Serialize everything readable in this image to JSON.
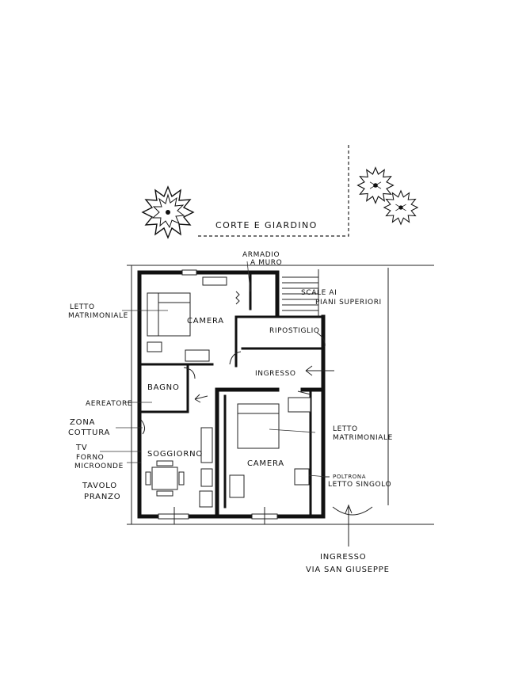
{
  "labels": {
    "corte": "CORTE E GIARDINO",
    "armadio": "ARMADIO",
    "a_muro": "A MURO",
    "scale_ai": "SCALE AI",
    "piani_superiori": "PIANI SUPERIORI",
    "letto_matr_1a": "LETTO",
    "letto_matr_1b": "MATRIMONIALE",
    "camera_1": "CAMERA",
    "ripostiglio": "RIPOSTIGLIO",
    "ingresso_room": "INGRESSO",
    "bagno": "BAGNO",
    "aereatore": "AEREATORE",
    "zona": "ZONA",
    "cottura": "COTTURA",
    "tv": "TV",
    "forno": "FORNO",
    "microonde": "MICROONDE",
    "soggiorno": "SOGGIORNO",
    "tavolo": "TAVOLO",
    "pranzo": "PRANZO",
    "camera_2": "CAMERA",
    "letto_matr_2a": "LETTO",
    "letto_matr_2b": "MATRIMONIALE",
    "poltrona": "POLTRONA",
    "letto_singolo": "LETTO SINGOLO",
    "ingresso_street_1": "INGRESSO",
    "ingresso_street_2": "VIA SAN GIUSEPPE"
  },
  "icons": [
    "tree-icon",
    "entry-arrow-icon"
  ],
  "colors": {
    "ink": "#111111",
    "paper": "#ffffff"
  }
}
